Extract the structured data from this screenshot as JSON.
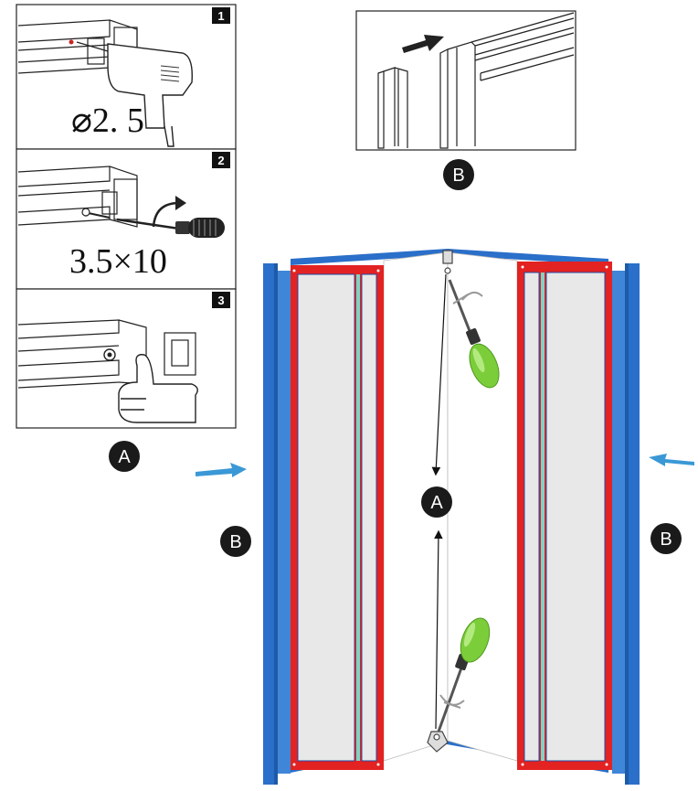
{
  "steps": [
    {
      "number": "1",
      "dimension": "⌀2. 5"
    },
    {
      "number": "2",
      "dimension": "3.5×10"
    },
    {
      "number": "3",
      "dimension": ""
    }
  ],
  "callouts": {
    "a": "A",
    "b": "B"
  },
  "colors": {
    "frame_blue": "#2a6fc9",
    "panel_red": "#e32222",
    "glass": "#e8e8e8",
    "seal_teal": "#7fd3c4",
    "arrow_blue": "#3a98d6",
    "handle_green": "#7ccd3a"
  },
  "icons": [
    "drill-icon",
    "screwdriver-icon",
    "thumb-press-icon",
    "arrow-icon"
  ]
}
